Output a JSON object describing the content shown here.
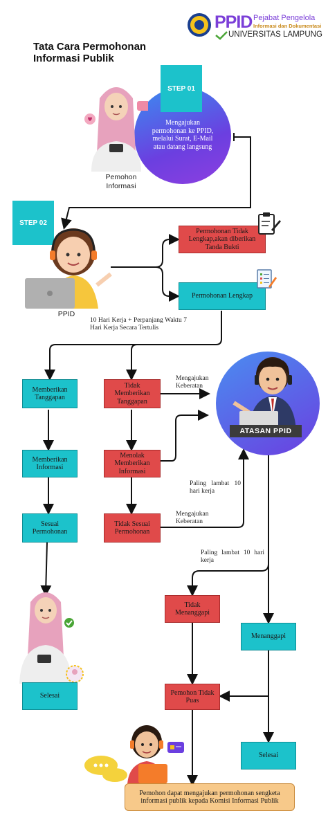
{
  "header": {
    "ppid_letters": "PPID",
    "org_line1": "Pejabat Pengelola",
    "org_line2": "Informasi dan Dokumentasi",
    "university": "UNIVERSITAS LAMPUNG",
    "page_title_line1": "Tata Cara Permohonan",
    "page_title_line2": "Informasi Publik"
  },
  "step1": {
    "badge": "STEP 01",
    "text": "Mengajukan permohonan ke PPID, melalui Surat, E-Mail atau datang langsung",
    "person_label": "Pemohon Informasi"
  },
  "step2": {
    "badge": "STEP 02",
    "person_label": "PPID",
    "incomplete": "Permohonan Tidak Lengkap,akan diberikan Tanda Bukti",
    "complete": "Permohonan Lengkap",
    "deadline_note": "10 Hari Kerja + Perpanjang Waktu 7 Hari Kerja Secara Tertulis"
  },
  "left_flow": {
    "give_response": "Memberikan Tanggapan",
    "give_info": "Memberikan Informasi",
    "as_requested": "Sesuai Permohonan",
    "done": "Selesai"
  },
  "middle_flow": {
    "no_response": "Tidak Memberikan Tanggapan",
    "refuse_info": "Menolak Memberikan Informasi",
    "not_as_requested": "Tidak Sesuai Permohonan",
    "objection_1": "Mengajukan Keberatan",
    "objection_2": "Mengajukan Keberatan",
    "deadline_1": "Paling lambat 10 hari kerja"
  },
  "supervisor": {
    "label": "ATASAN PPID",
    "deadline_2": "Paling lambat 10 hari kerja",
    "no_reply": "Tidak Menanggapi",
    "reply": "Menanggapi",
    "dissatisfied": "Pemohon Tidak Puas",
    "done": "Selesai",
    "final_note": "Pemohon dapat mengajukan permohonan sengketa informasi publik kepada Komisi Informasi Publik"
  },
  "colors": {
    "teal": "#1cc2cb",
    "red": "#e04a4a",
    "purple": "#6b3fe0",
    "orange_note": "#f7c98a"
  }
}
